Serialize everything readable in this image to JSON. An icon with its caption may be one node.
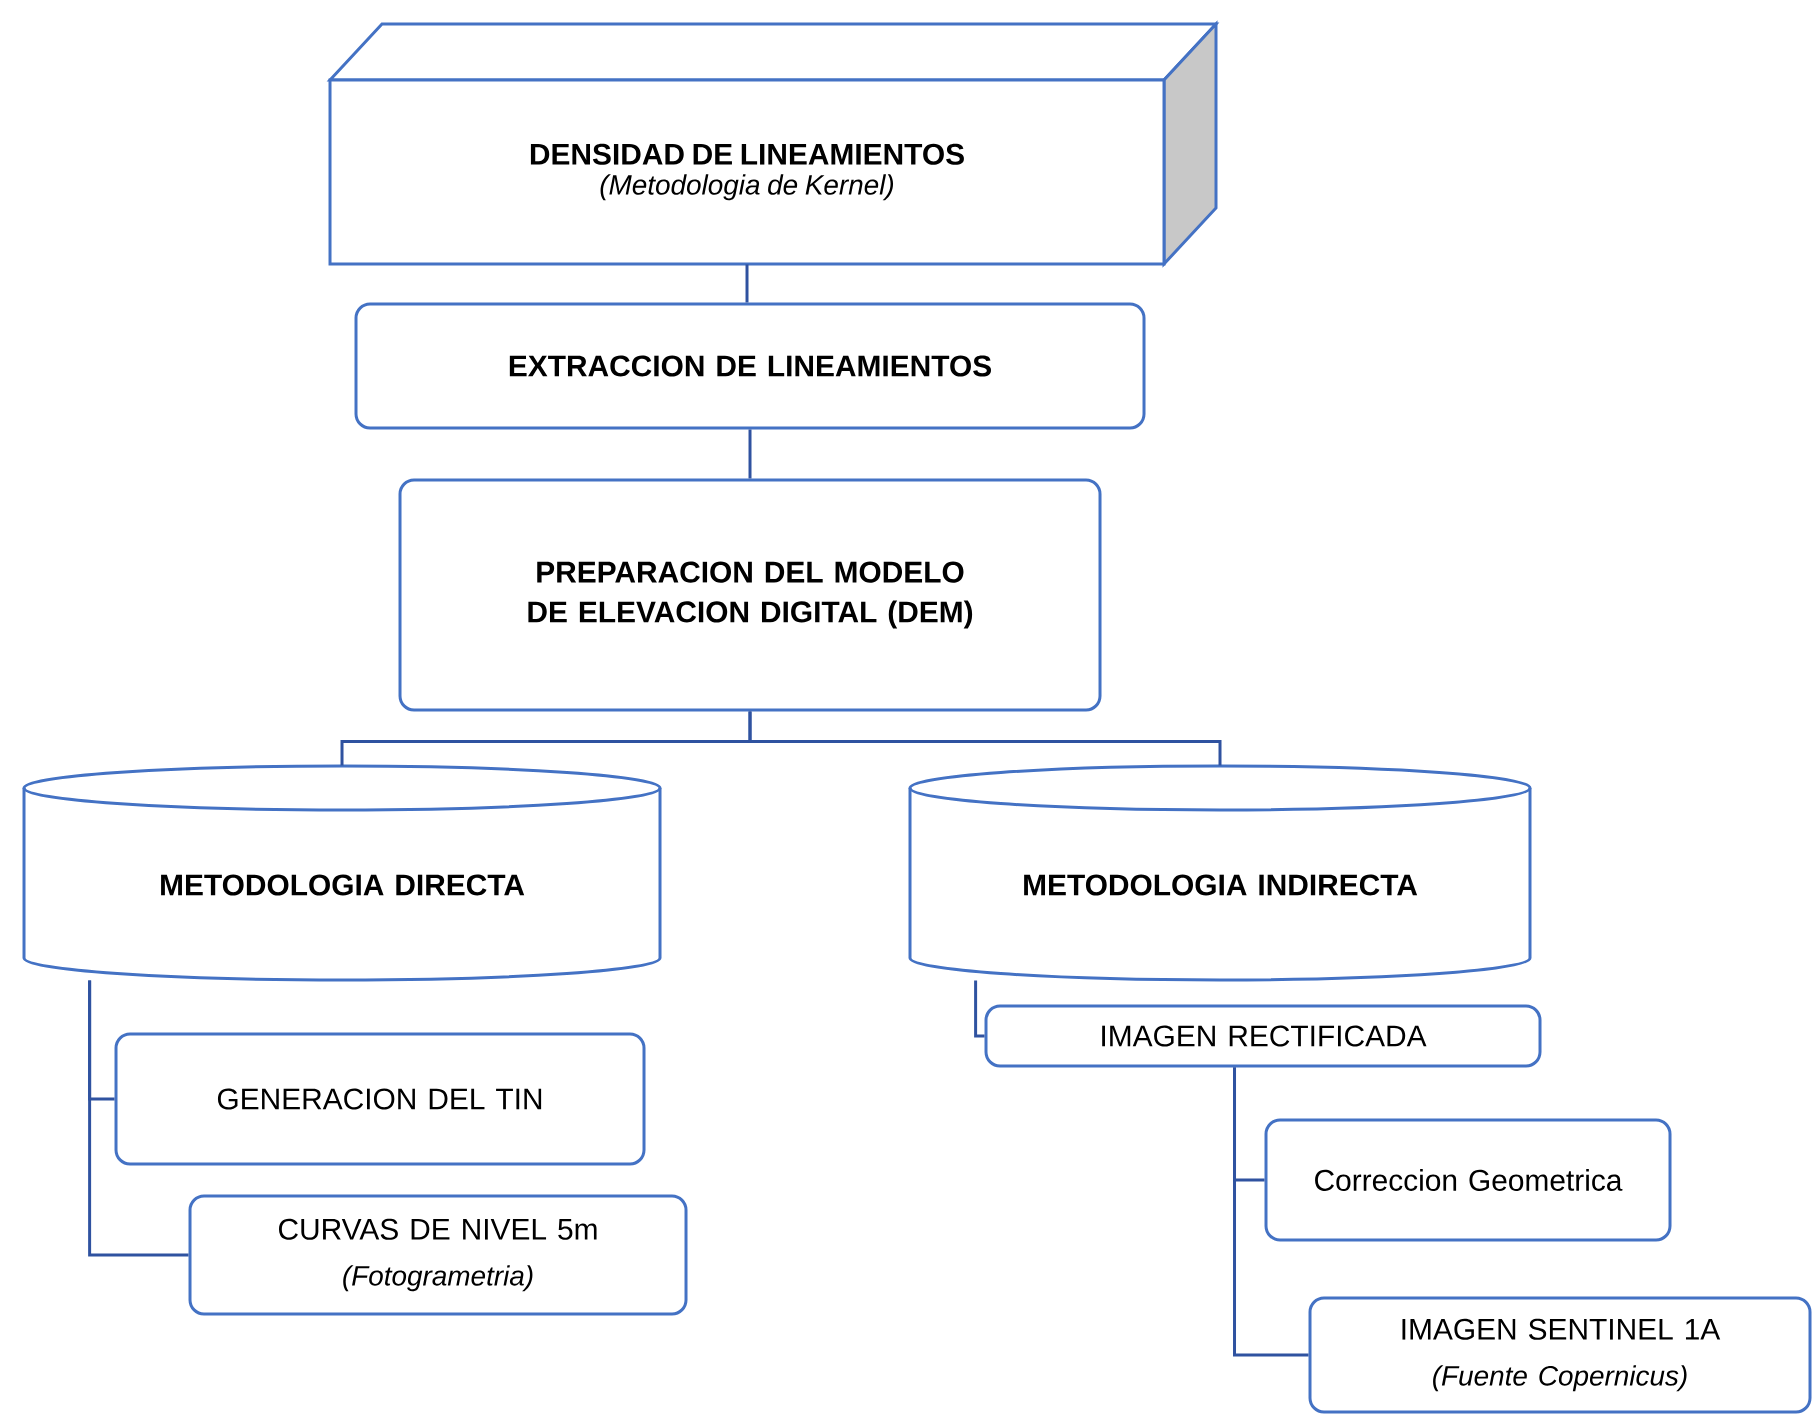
{
  "diagram": {
    "nodes": [
      {
        "text": [
          "DENSIDAD DE LINEAMIENTOS",
          "(Metodologia de Kernel)"
        ]
      },
      {
        "text": [
          "EXTRACCION DE LINEAMIENTOS"
        ]
      },
      {
        "text": [
          "PREPARACION DEL MODELO DE ELEVACION DIGITAL (DEM)"
        ]
      },
      {
        "text": [
          "METODOLOGIA DIRECTA"
        ]
      },
      {
        "text": [
          "METODOLOGIA INDIRECTA"
        ]
      },
      {
        "text": [
          "GENERACION DEL TIN"
        ]
      },
      {
        "text": [
          "CURVAS DE NIVEL 5m",
          "(Fotogrametria)"
        ]
      },
      {
        "text": [
          "IMAGEN RECTIFICADA"
        ]
      },
      {
        "text": [
          "Correccion Geometrica"
        ]
      },
      {
        "text": [
          "IMAGEN SENTINEL 1A",
          "(Fuente Copernicus)"
        ]
      }
    ],
    "edges": [
      {
        "from": 0,
        "to": 1,
        "arrow": "none"
      },
      {
        "from": 1,
        "to": 2,
        "arrow": "none"
      },
      {
        "from": 2,
        "to": 3,
        "arrow": "none"
      },
      {
        "from": 2,
        "to": 4,
        "arrow": "none"
      },
      {
        "from": 3,
        "to": 5,
        "arrow": "none"
      },
      {
        "from": 3,
        "to": 6,
        "arrow": "none"
      },
      {
        "from": 4,
        "to": 7,
        "arrow": "none"
      },
      {
        "from": 7,
        "to": 8,
        "arrow": "none"
      },
      {
        "from": 7,
        "to": 9,
        "arrow": "none"
      }
    ]
  }
}
